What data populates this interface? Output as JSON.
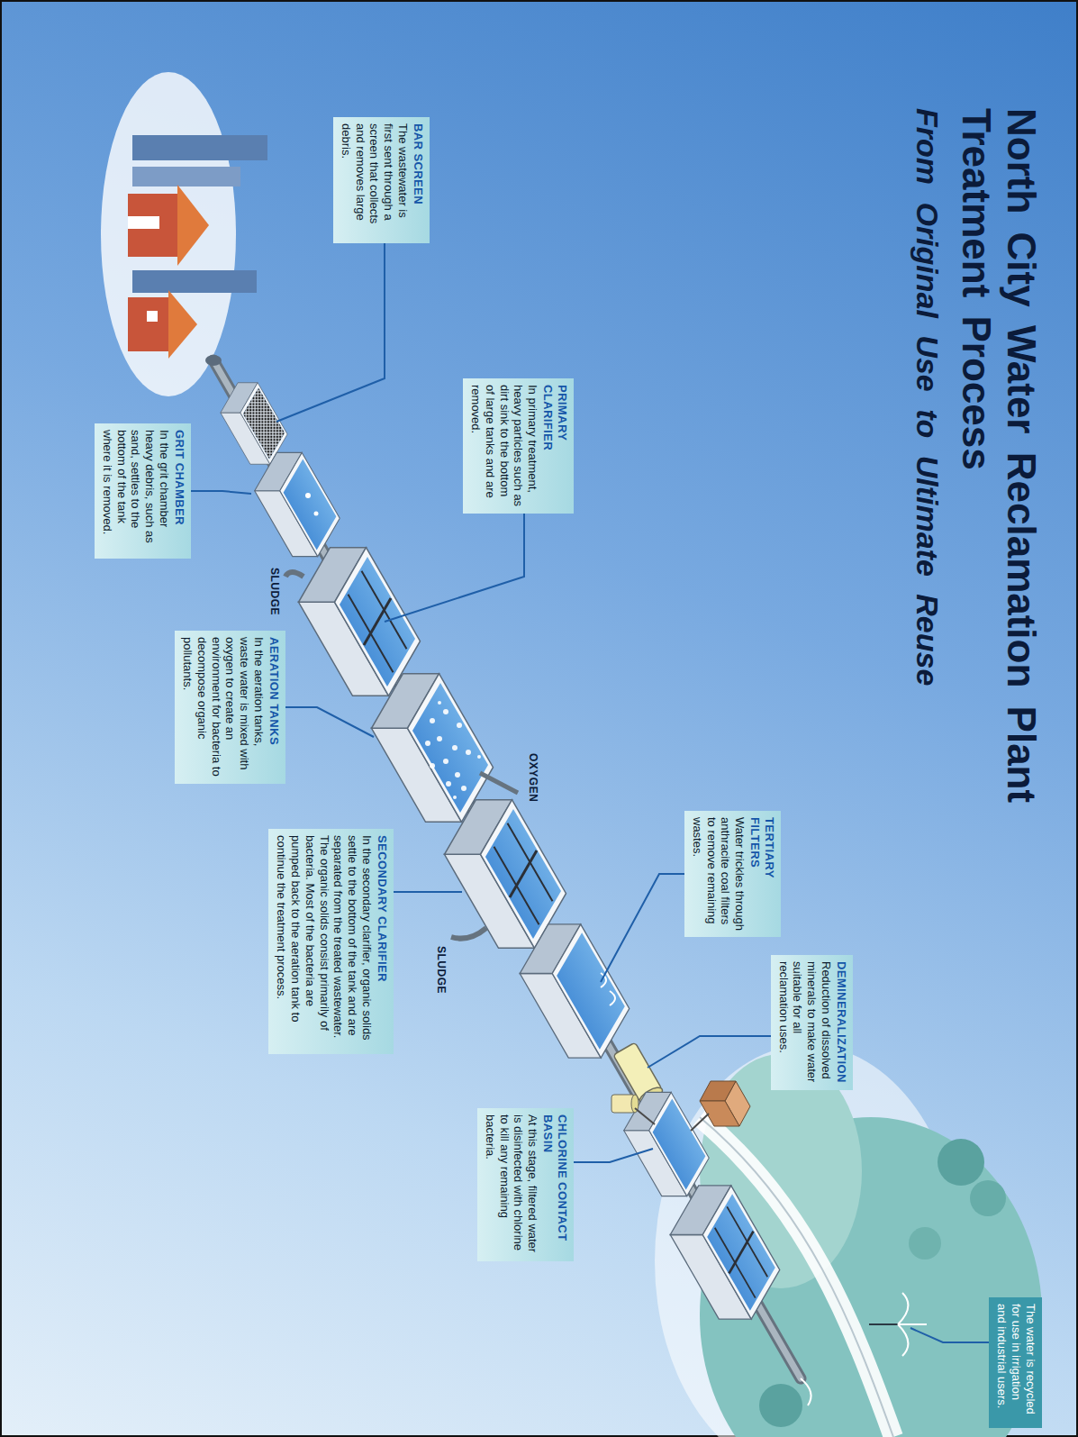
{
  "diagram": {
    "title": "North City Water Reclamation Plant Treatment Process",
    "nodes": [
      {
        "text": [
          "BAR SCREEN",
          "The wastewater is first sent through a screen that collects and removes large debris."
        ]
      },
      {
        "text": [
          "GRIT CHAMBER",
          "In the grit chamber heavy debris, such as sand, settles to the bottom of the tank where it is removed."
        ]
      },
      {
        "text": [
          "PRIMARY CLARIFIER",
          "In primary treatment, heavy particles such as dirt sink to the bottom of large tanks and are removed."
        ]
      },
      {
        "text": [
          "AERATION TANKS",
          "In the aeration tanks, waste water is mixed with oxygen to create an environment for bacteria to decompose organic pollutants."
        ]
      },
      {
        "text": [
          "SECONDARY CLARIFIER",
          "In the secondary clarifier, organic solids settle to the bottom of the tank and are separated from the treated wastewater. The organic solids consist primarily of bacteria. Most of the bacteria are pumped back to the aeration tank to continue the treatment process."
        ]
      },
      {
        "text": [
          "TERTIARY FILTERS",
          "Water trickles through anthracite coal filters to remove remaining wastes."
        ]
      },
      {
        "text": [
          "DEMINERALIZATION",
          "Reduction of dissolved minerals to make water suitable for all reclamation uses."
        ]
      },
      {
        "text": [
          "CHLORINE CONTACT BASIN",
          "At this stage, filtered water is disinfected with chlorine to kill any remaining bacteria."
        ]
      },
      {
        "text": [
          "The water is recycled for use in irrigation and industrial users."
        ]
      }
    ],
    "labels": [
      "From Original Use to Ultimate Reuse",
      "OXYGEN",
      "SLUDGE",
      "SLUDGE"
    ]
  }
}
